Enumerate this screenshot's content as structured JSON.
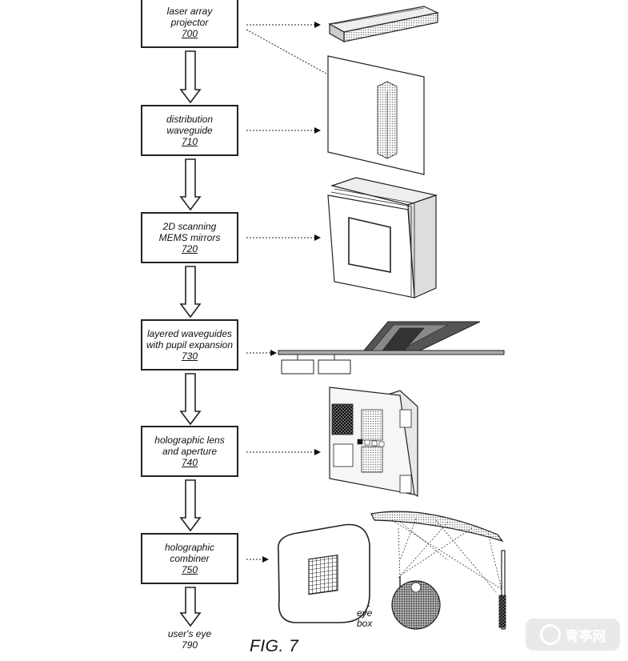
{
  "flow": {
    "boxes": [
      {
        "lines": [
          "laser array",
          "projector"
        ],
        "num": "700"
      },
      {
        "lines": [
          "distribution",
          "waveguide"
        ],
        "num": "710"
      },
      {
        "lines": [
          "2D scanning",
          "MEMS mirrors"
        ],
        "num": "720"
      },
      {
        "lines": [
          "layered waveguides",
          "with pupil expansion"
        ],
        "num": "730"
      },
      {
        "lines": [
          "holographic lens",
          "and aperture"
        ],
        "num": "740"
      },
      {
        "lines": [
          "holographic",
          "combiner"
        ],
        "num": "750"
      }
    ],
    "final": {
      "label": "user's eye",
      "num": "790"
    }
  },
  "annotations": {
    "eye_box_line1": "eye",
    "eye_box_line2": "box"
  },
  "figure_label": "FIG. 7",
  "watermark": {
    "text": "青亭网"
  }
}
